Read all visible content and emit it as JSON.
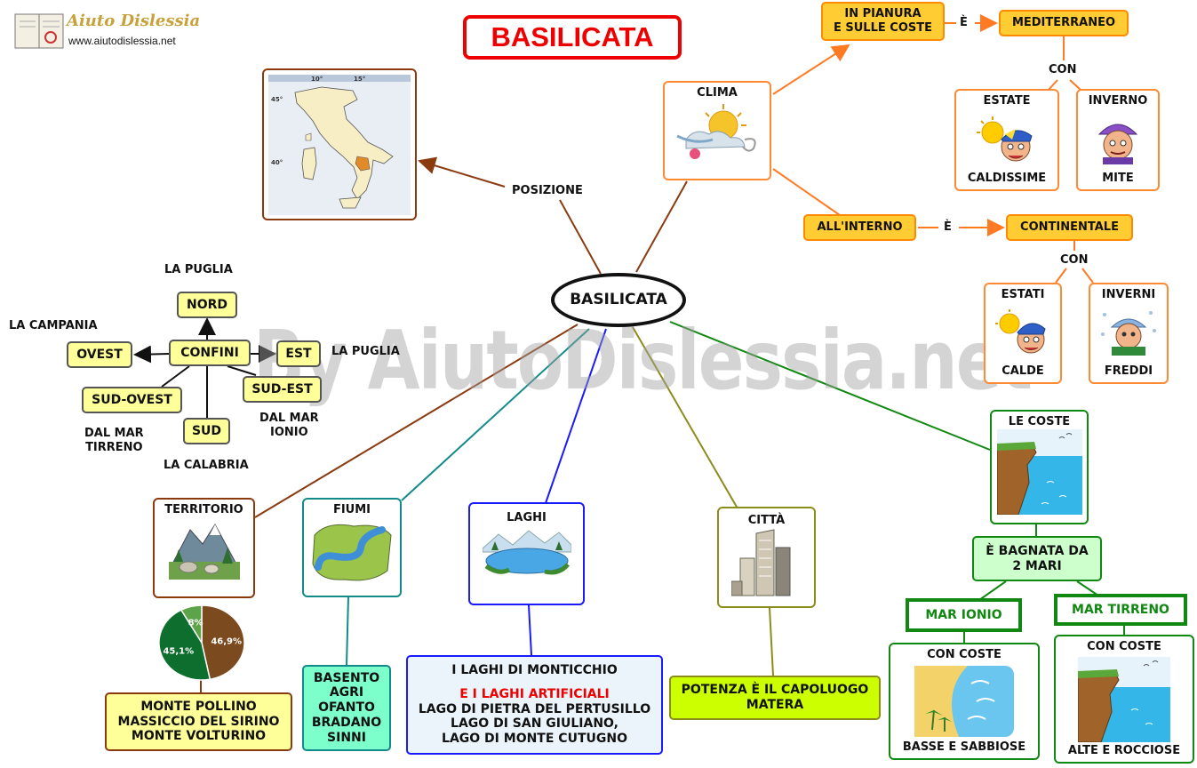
{
  "logo": {
    "name": "Aiuto Dislessia",
    "url": "www.aiutodislessia.net"
  },
  "title": "BASILICATA",
  "center": "BASILICATA",
  "watermark": "By AiutoDislessia.net",
  "posizione": {
    "label": "POSIZIONE"
  },
  "clima": {
    "label": "CLIMA",
    "pianura": "IN PIANURA\nE SULLE COSTE",
    "e1": "È",
    "mediterraneo": "MEDITERRANEO",
    "con1": "CON",
    "estate": {
      "top": "ESTATE",
      "bottom": "CALDISSIME"
    },
    "inverno": {
      "top": "INVERNO",
      "bottom": "MITE"
    },
    "interno": "ALL'INTERNO",
    "e2": "È",
    "continentale": "CONTINENTALE",
    "con2": "CON",
    "estati": {
      "top": "ESTATI",
      "bottom": "CALDE"
    },
    "inverni": {
      "top": "INVERNI",
      "bottom": "FREDDI"
    }
  },
  "confini": {
    "center": "CONFINI",
    "nord": "NORD",
    "nord_label": "LA PUGLIA",
    "ovest": "OVEST",
    "ovest_label": "LA CAMPANIA",
    "est": "EST",
    "est_label": "LA PUGLIA",
    "sudest": "SUD-EST",
    "sudest_label": "DAL MAR\nIONIO",
    "sudovest": "SUD-OVEST",
    "sudovest_label": "DAL MAR\nTIRRENO",
    "sud": "SUD",
    "sud_label": "LA CALABRIA"
  },
  "territorio": {
    "label": "TERRITORIO",
    "pie": {
      "a": "46,9%",
      "b": "45,1%",
      "c": "8%"
    },
    "monti": "MONTE POLLINO\nMASSICCIO DEL SIRINO\nMONTE VOLTURINO"
  },
  "fiumi": {
    "label": "FIUMI",
    "list": "BASENTO\nAGRI\nOFANTO\nBRADANO\nSINNI"
  },
  "laghi": {
    "label": "LAGHI",
    "line1": "I LAGHI DI MONTICCHIO",
    "red": "E I LAGHI ARTIFICIALI",
    "rest": "LAGO DI PIETRA DEL PERTUSILLO\nLAGO DI SAN GIULIANO,\nLAGO DI MONTE CUTUGNO"
  },
  "citta": {
    "label": "CITTÀ",
    "text": "POTENZA È IL CAPOLUOGO\nMATERA"
  },
  "coste": {
    "label": "LE COSTE",
    "bagnata": "È BAGNATA DA\n2 MARI",
    "ionio": "MAR IONIO",
    "tirreno": "MAR TIRRENO",
    "ionio_top": "CON COSTE",
    "ionio_bottom": "BASSE E SABBIOSE",
    "tirreno_top": "CON COSTE",
    "tirreno_bottom": "ALTE E ROCCIOSE"
  },
  "map": {
    "lat1": "10°",
    "lat2": "15°",
    "lon1": "45°",
    "lon2": "40°"
  },
  "colors": {
    "brown": "#8b3a0f",
    "orange": "#ff8a33",
    "teal": "#138a8a",
    "blue": "#1a1aff",
    "olive": "#8c8c1a",
    "green": "#118811",
    "red": "#ee0000"
  },
  "chart_data": {
    "type": "pie",
    "values": [
      46.9,
      45.1,
      8
    ],
    "labels": [
      "46,9%",
      "45,1%",
      "8%"
    ],
    "colors": [
      "#7b4a1e",
      "#0e6e2e",
      "#5da34a"
    ]
  }
}
